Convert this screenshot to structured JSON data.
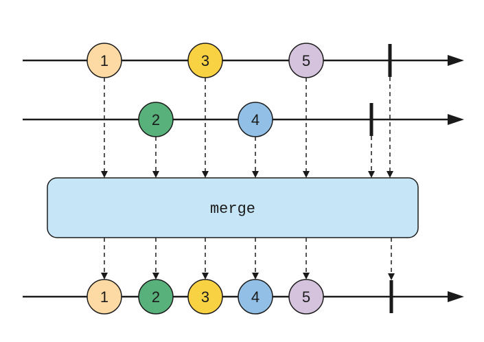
{
  "operator": {
    "label": "merge",
    "fill": "#c6e6f7"
  },
  "colors": {
    "line": "#1a1a1a",
    "marble_stroke": "#1a1a1a"
  },
  "input_stream_1": {
    "marbles": [
      {
        "label": "1",
        "color": "#fdd9a3"
      },
      {
        "label": "3",
        "color": "#f9d243"
      },
      {
        "label": "5",
        "color": "#d5c3de"
      }
    ],
    "completes": true
  },
  "input_stream_2": {
    "marbles": [
      {
        "label": "2",
        "color": "#58b07a"
      },
      {
        "label": "4",
        "color": "#92bfe6"
      }
    ],
    "completes": true
  },
  "output_stream": {
    "marbles": [
      {
        "label": "1",
        "color": "#fdd9a3"
      },
      {
        "label": "2",
        "color": "#58b07a"
      },
      {
        "label": "3",
        "color": "#f9d243"
      },
      {
        "label": "4",
        "color": "#92bfe6"
      },
      {
        "label": "5",
        "color": "#d5c3de"
      }
    ],
    "completes": true
  }
}
